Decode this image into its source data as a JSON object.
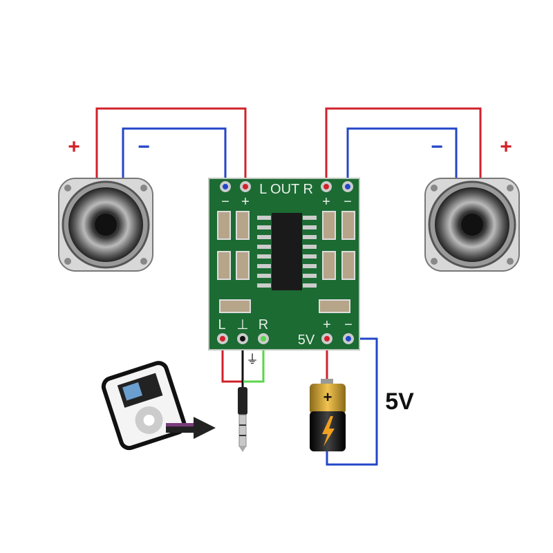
{
  "labels": {
    "left_plus": "+",
    "left_minus": "−",
    "right_minus": "−",
    "right_plus": "+",
    "board_out": "L OUT R",
    "board_top_minus_l": "−",
    "board_top_plus_l": "+",
    "board_top_plus_r": "+",
    "board_top_minus_r": "−",
    "board_in_l": "L",
    "board_in_gnd": "⊥",
    "board_in_r": "R",
    "board_pwr_plus": "+",
    "board_pwr_minus": "−",
    "board_5v": "5V",
    "ground_symbol": "⏚",
    "battery_plus": "+",
    "supply_voltage": "5V"
  },
  "colors": {
    "positive": "#d0222a",
    "negative": "#2346c8",
    "ground": "#111111",
    "right_channel": "#5bd64a",
    "pcb": "#1c6b33"
  }
}
